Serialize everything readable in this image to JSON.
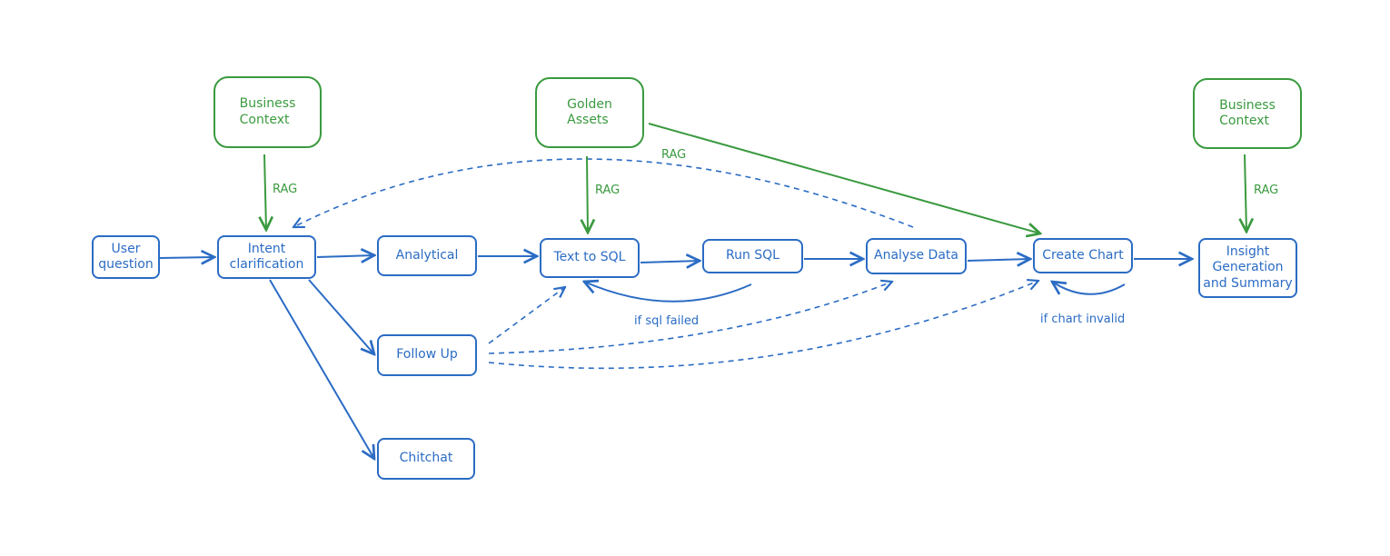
{
  "colors": {
    "process": "#2b6cc4",
    "context": "#3a9a3f",
    "background": "#ffffff"
  },
  "nodes": {
    "user_question": "User\nquestion",
    "intent_clarification": "Intent\nclarification",
    "analytical": "Analytical",
    "follow_up": "Follow Up",
    "chitchat": "Chitchat",
    "text_to_sql": "Text to SQL",
    "run_sql": "Run SQL",
    "analyse_data": "Analyse Data",
    "create_chart": "Create Chart",
    "insight_generation": "Insight\nGeneration\nand Summary",
    "business_context_left": "Business\nContext",
    "golden_assets": "Golden\nAssets",
    "business_context_right": "Business\nContext"
  },
  "edge_labels": {
    "rag_business_context_left": "RAG",
    "rag_golden_assets": "RAG",
    "rag_golden_assets_loop": "RAG",
    "rag_business_context_right": "RAG",
    "sql_retry": "if sql failed",
    "chart_retry": "if chart invalid"
  }
}
